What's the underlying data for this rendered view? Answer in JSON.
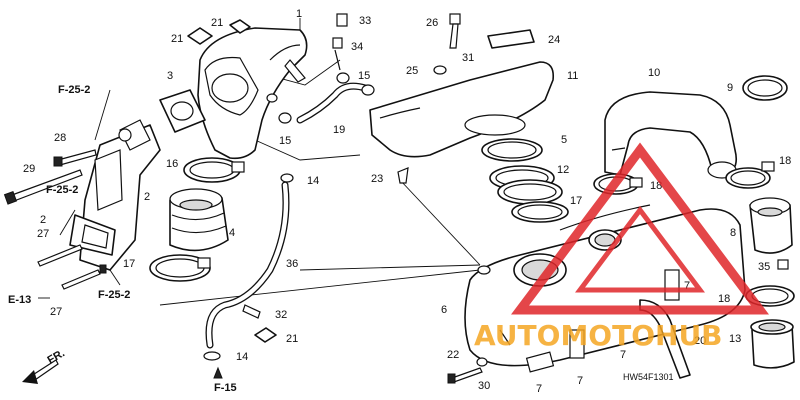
{
  "callouts": {
    "p1": "1",
    "p2": "2",
    "p2b": "2",
    "p3": "3",
    "p4": "4",
    "p5": "5",
    "p6": "6",
    "p7a": "7",
    "p7b": "7",
    "p7c": "7",
    "p7d": "7",
    "p8": "8",
    "p9": "9",
    "p10": "10",
    "p11": "11",
    "p12": "12",
    "p13": "13",
    "p14a": "14",
    "p14b": "14",
    "p15a": "15",
    "p15b": "15",
    "p16": "16",
    "p17a": "17",
    "p17b": "17",
    "p18a": "18",
    "p18b": "18",
    "p18c": "18",
    "p19": "19",
    "p20": "20",
    "p21a": "21",
    "p21b": "21",
    "p21c": "21",
    "p22": "22",
    "p23": "23",
    "p24": "24",
    "p25": "25",
    "p26": "26",
    "p27a": "27",
    "p27b": "27",
    "p28": "28",
    "p29": "29",
    "p30": "30",
    "p31": "31",
    "p32": "32",
    "p33": "33",
    "p34": "34",
    "p35": "35",
    "p36": "36"
  },
  "references": {
    "f25_top": "F-25-2",
    "f25_mid": "F-25-2",
    "f25_bottom": "F-25-2",
    "e13": "E-13",
    "f15": "F-15",
    "front": "FR."
  },
  "diagram_code": "HW54F1301",
  "watermark": {
    "text": "AUTOMOTOHUB",
    "color_red": "#e0262a",
    "color_orange": "#f5a623"
  }
}
